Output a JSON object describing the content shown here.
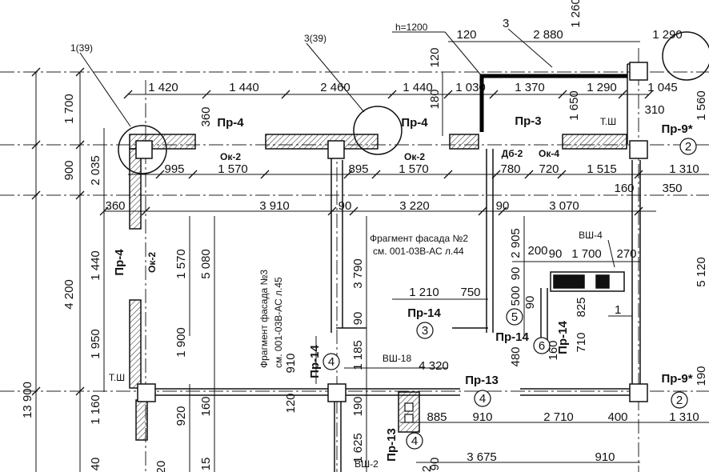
{
  "dims_top_row": [
    "1 420",
    "1 440",
    "2 460",
    "1 440",
    "1 030",
    "1 370",
    "1 290",
    "1 045"
  ],
  "dims_upper": [
    "120",
    "2 880",
    "1 290",
    "120"
  ],
  "dims_row2": [
    "995",
    "1 570",
    "895",
    "1 570",
    "780",
    "720",
    "1 515",
    "1 310"
  ],
  "dims_row3": [
    "360",
    "3 910",
    "90",
    "3 220",
    "90",
    "3 070",
    "160",
    "350"
  ],
  "dims_left_vertical": [
    "1 700",
    "900",
    "2 035",
    "4 200",
    "1 440",
    "1 950",
    "1 160",
    "13 900"
  ],
  "dims_inner_vertical": [
    "1 570",
    "5 080",
    "1 900",
    "920",
    "160",
    "3 790",
    "90",
    "1 185",
    "910",
    "120",
    "190",
    "1 625",
    "2 905",
    "90",
    "500",
    "90",
    "480",
    "825",
    "710",
    "1 650",
    "180",
    "360",
    "1 260",
    "1 560",
    "5 120",
    "190",
    "310"
  ],
  "dims_inner_horizontal": [
    "1 210",
    "750",
    "200",
    "90",
    "1 700",
    "270",
    "4 320",
    "885",
    "910",
    "2 710",
    "400",
    "1 310",
    "3 675",
    "910",
    "160",
    "90",
    "20",
    "15",
    "40",
    "2"
  ],
  "callouts": [
    "1(39)",
    "3(39)",
    "h=1200",
    "3",
    "1"
  ],
  "openings": [
    "Пр-4",
    "Пр-4",
    "Пр-3",
    "Пр-9*",
    "Пр-9*",
    "Пр-4",
    "Пр-14",
    "Пр-14",
    "Пр-14",
    "Пр-14",
    "Пр-13",
    "Пр-13"
  ],
  "windows": [
    "Ок-2",
    "Ок-2",
    "Дб-2",
    "Ок-4",
    "Ок-2"
  ],
  "shafts": [
    "ВШ-4",
    "ВШ-18",
    "ВШ-2"
  ],
  "tsh": [
    "Т.Ш",
    "Т.Ш"
  ],
  "circled": [
    "2",
    "2",
    "3",
    "4",
    "4",
    "4",
    "5",
    "6"
  ],
  "notes": {
    "facade2_line1": "Фрагмент фасада №2",
    "facade2_line2": "см. 001-03В-АС л.44",
    "facade3_line1": "Фрагмент фасада №3",
    "facade3_line2": "см. 001-03В-АС л.45"
  }
}
